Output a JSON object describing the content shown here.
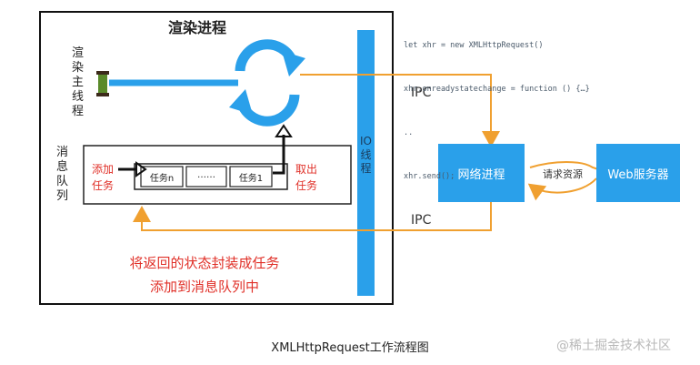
{
  "render_process": {
    "title": "渲染进程",
    "main_thread": "渲染主线程"
  },
  "message_queue": {
    "label": "消息队列",
    "add_task": "添加任务",
    "take_task": "取出任务",
    "tasks": [
      "任务n",
      "……",
      "任务1"
    ]
  },
  "io_thread": "IO线程",
  "network_process": "网络进程",
  "web_server": "Web服务器",
  "request_resource": "请求资源",
  "ipc_top": "IPC",
  "ipc_bottom": "IPC",
  "note_lines": [
    "将返回的状态封装成任务",
    "添加到消息队列中"
  ],
  "code_lines": [
    "let xhr = new XMLHttpRequest()",
    "xhr.onreadystatechange = function () {…}",
    "..",
    "xhr.send();"
  ],
  "caption": "XMLHttpRequest工作流程图",
  "watermark": "@稀土掘金技术社区",
  "colors": {
    "blue": "#2aa0ea",
    "orange": "#f0a030",
    "red": "#e03028",
    "olive": "#4a6a2a"
  }
}
